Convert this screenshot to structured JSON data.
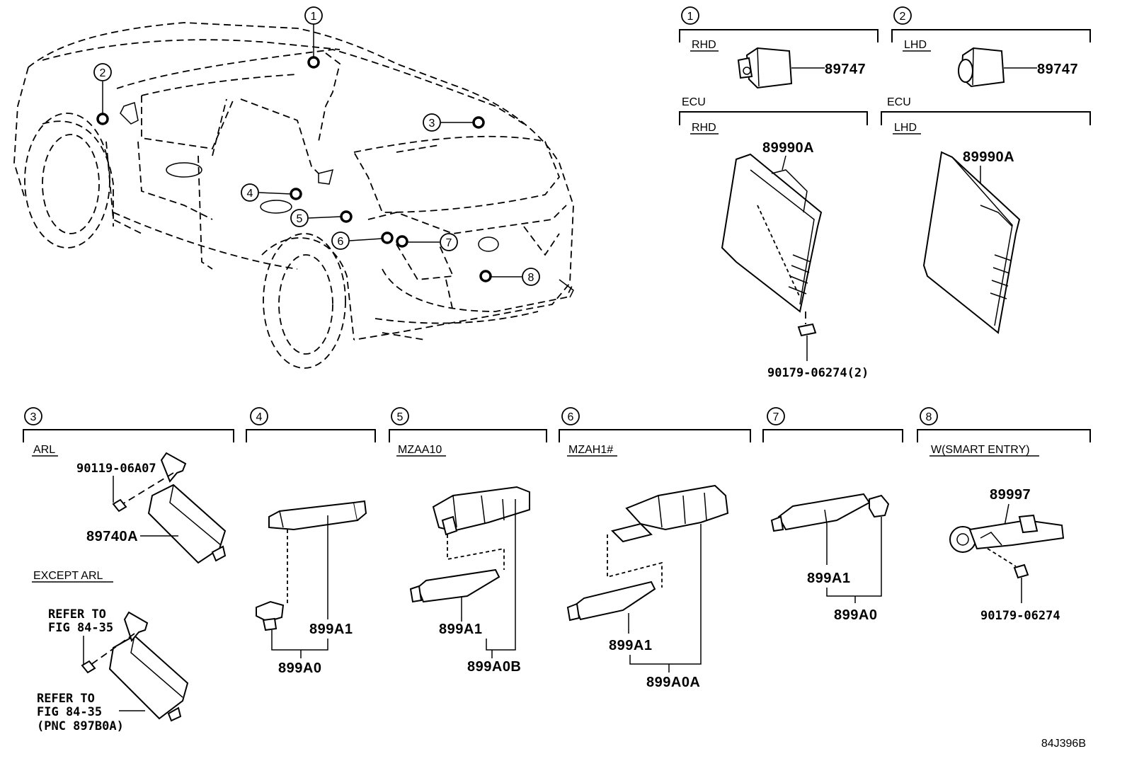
{
  "diagram_code": "84J396B",
  "locations": [
    "1",
    "2",
    "3",
    "4",
    "5",
    "6",
    "7",
    "8"
  ],
  "sections": {
    "s1": {
      "num": "1",
      "market": "RHD",
      "part": "89747"
    },
    "s2": {
      "num": "2",
      "market": "LHD",
      "part": "89747"
    },
    "ecu_rhd": {
      "title": "ECU",
      "market": "RHD",
      "part": "89990A",
      "bolt": "90179-06274(2)"
    },
    "ecu_lhd": {
      "title": "ECU",
      "market": "LHD",
      "part": "89990A"
    },
    "s3": {
      "num": "3",
      "variant_a": "ARL",
      "bolt": "90119-06A07",
      "part": "89740A",
      "variant_b": "EXCEPT ARL",
      "ref1_line1": "REFER TO",
      "ref1_line2": "FIG 84-35",
      "ref2_line1": "REFER TO",
      "ref2_line2": "FIG 84-35",
      "ref2_line3": "(PNC 897B0A)"
    },
    "s4": {
      "num": "4",
      "part_a": "899A1",
      "part_b": "899A0"
    },
    "s5": {
      "num": "5",
      "variant": "MZAA10",
      "part_a": "899A1",
      "part_b": "899A0B"
    },
    "s6": {
      "num": "6",
      "variant": "MZAH1#",
      "part_a": "899A1",
      "part_b": "899A0A"
    },
    "s7": {
      "num": "7",
      "part_a": "899A1",
      "part_b": "899A0"
    },
    "s8": {
      "num": "8",
      "variant": "W(SMART ENTRY)",
      "part": "89997",
      "bolt": "90179-06274"
    }
  }
}
